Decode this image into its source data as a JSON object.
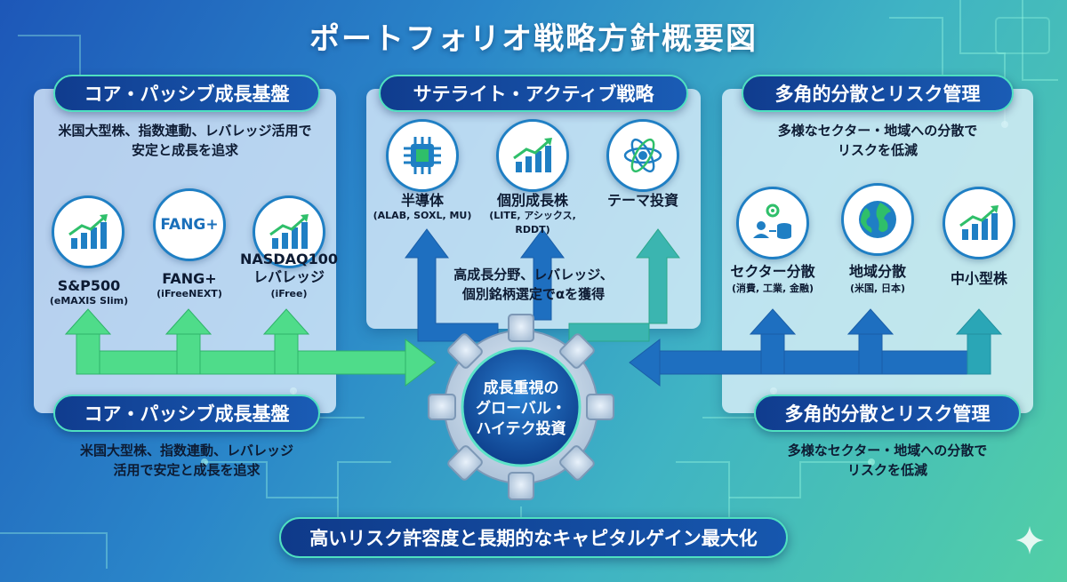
{
  "title": "ポートフォリオ戦略方針概要図",
  "core": {
    "heading": "コア・パッシブ成長基盤",
    "desc_line1": "米国大型株、指数連動、レバレッジ活用で",
    "desc_line2": "安定と成長を追求",
    "items": [
      {
        "label": "S&P500",
        "sub": "(eMAXIS Slim)"
      },
      {
        "label": "FANG+",
        "sub": "(iFreeNEXT)",
        "icon_text": "FANG+"
      },
      {
        "label_line1": "NASDAQ100",
        "label_line2": "レバレッジ",
        "sub": "(iFree)"
      }
    ]
  },
  "satellite": {
    "heading": "サテライト・アクティブ戦略",
    "items": [
      {
        "label": "半導体",
        "sub": "(ALAB, SOXL, MU)"
      },
      {
        "label": "個別成長株",
        "sub_line1": "(LITE, アシックス,",
        "sub_line2": "RDDT)"
      },
      {
        "label": "テーマ投資"
      }
    ],
    "desc_line1": "高成長分野、レバレッジ、",
    "desc_line2": "個別銘柄選定でαを獲得"
  },
  "diversify": {
    "heading": "多角的分散とリスク管理",
    "desc_line1": "多様なセクター・地域への分散で",
    "desc_line2": "リスクを低減",
    "items": [
      {
        "label": "セクター分散",
        "sub": "(消費, 工業, 金融)"
      },
      {
        "label": "地域分散",
        "sub": "(米国, 日本)"
      },
      {
        "label": "中小型株"
      }
    ]
  },
  "core_bottom": {
    "heading": "コア・パッシブ成長基盤",
    "desc_line1": "米国大型株、指数連動、レバレッジ",
    "desc_line2": "活用で安定と成長を追求"
  },
  "diversify_bottom": {
    "heading": "多角的分散とリスク管理",
    "desc_line1": "多様なセクター・地域への分散で",
    "desc_line2": "リスクを低減"
  },
  "center": {
    "line1": "成長重視の",
    "line2": "グローバル・",
    "line3": "ハイテク投資"
  },
  "bottom": "高いリスク許容度と長期的なキャピタルゲイン最大化",
  "colors": {
    "pill_bg": "#103c8e",
    "pill_border": "#4fe0c0",
    "arrow_green": "#4fdc8a",
    "arrow_blue": "#1e6fc0",
    "icon_blue": "#1f7fc4"
  },
  "icons": {
    "sp500": "bar-chart-up-icon",
    "nasdaq": "bar-chart-up-icon",
    "semiconductor": "chip-icon",
    "growth": "bar-chart-up-icon",
    "theme": "atom-network-icon",
    "sector": "people-gear-database-icon",
    "region": "globe-icon",
    "smallcap": "bar-chart-up-icon",
    "sparkle": "sparkle-icon",
    "center": "gear-icon"
  }
}
